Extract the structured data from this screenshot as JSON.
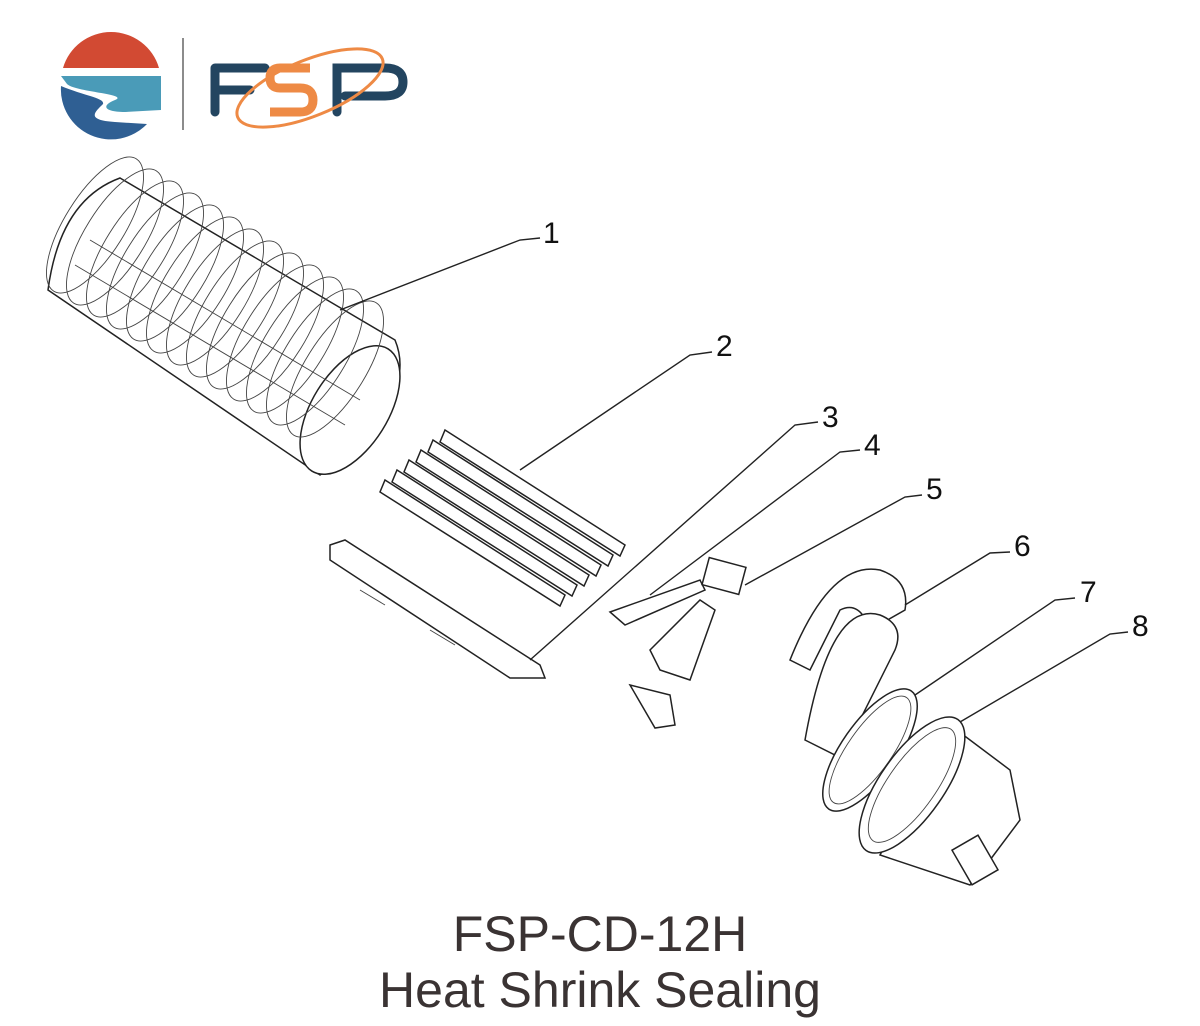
{
  "brand": {
    "name": "FSP",
    "colors": {
      "red": "#d24a33",
      "teal": "#4a9bb8",
      "blue": "#2f5f93",
      "navy": "#234560",
      "orange": "#ee8a45"
    }
  },
  "callouts": [
    "1",
    "2",
    "3",
    "4",
    "5",
    "6",
    "7",
    "8"
  ],
  "title": {
    "model": "FSP-CD-12H",
    "subtitle": "Heat Shrink Sealing"
  }
}
